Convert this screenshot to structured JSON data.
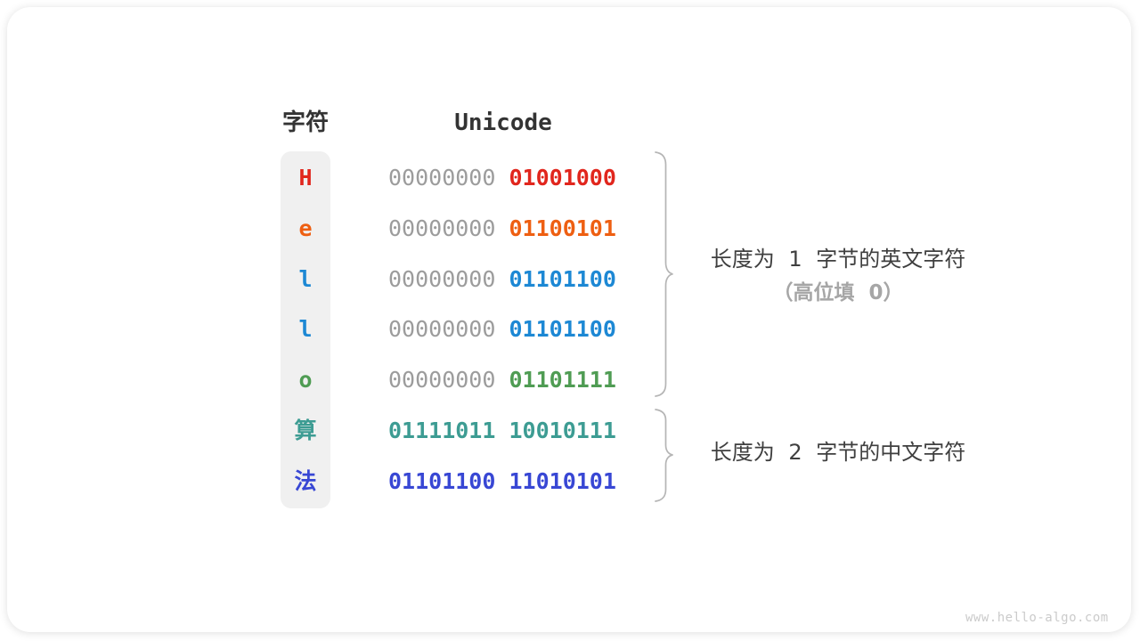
{
  "table": {
    "char_header": "字符",
    "unicode_header": "Unicode",
    "rows": [
      {
        "char": "H",
        "color": "#e1261d",
        "bytes": [
          {
            "text": "00000000",
            "color": "#9c9c9c",
            "bold": false
          },
          {
            "text": "01001000",
            "color": "#e1261d",
            "bold": true
          }
        ]
      },
      {
        "char": "e",
        "color": "#ee5f12",
        "bytes": [
          {
            "text": "00000000",
            "color": "#9c9c9c",
            "bold": false
          },
          {
            "text": "01100101",
            "color": "#ee5f12",
            "bold": true
          }
        ]
      },
      {
        "char": "l",
        "color": "#1d88d4",
        "bytes": [
          {
            "text": "00000000",
            "color": "#9c9c9c",
            "bold": false
          },
          {
            "text": "01101100",
            "color": "#1d88d4",
            "bold": true
          }
        ]
      },
      {
        "char": "l",
        "color": "#1d88d4",
        "bytes": [
          {
            "text": "00000000",
            "color": "#9c9c9c",
            "bold": false
          },
          {
            "text": "01101100",
            "color": "#1d88d4",
            "bold": true
          }
        ]
      },
      {
        "char": "o",
        "color": "#4f9c53",
        "bytes": [
          {
            "text": "00000000",
            "color": "#9c9c9c",
            "bold": false
          },
          {
            "text": "01101111",
            "color": "#4f9c53",
            "bold": true
          }
        ]
      },
      {
        "char": "算",
        "color": "#3d9c93",
        "bytes": [
          {
            "text": "01111011",
            "color": "#3d9c93",
            "bold": true
          },
          {
            "text": "10010111",
            "color": "#3d9c93",
            "bold": true
          }
        ]
      },
      {
        "char": "法",
        "color": "#3847d4",
        "bytes": [
          {
            "text": "01101100",
            "color": "#3847d4",
            "bold": true
          },
          {
            "text": "11010101",
            "color": "#3847d4",
            "bold": true
          }
        ]
      }
    ]
  },
  "annotations": {
    "english": {
      "line1": "长度为 1 字节的英文字符",
      "line2": "（高位填 0）"
    },
    "chinese": {
      "line1": "长度为 2 字节的中文字符"
    }
  },
  "colors": {
    "brace": "#b5b5b5",
    "strip_background": "#f0f0f0",
    "header_text": "#333333",
    "gray_digits": "#9c9c9c"
  },
  "watermark": "www.hello-algo.com"
}
